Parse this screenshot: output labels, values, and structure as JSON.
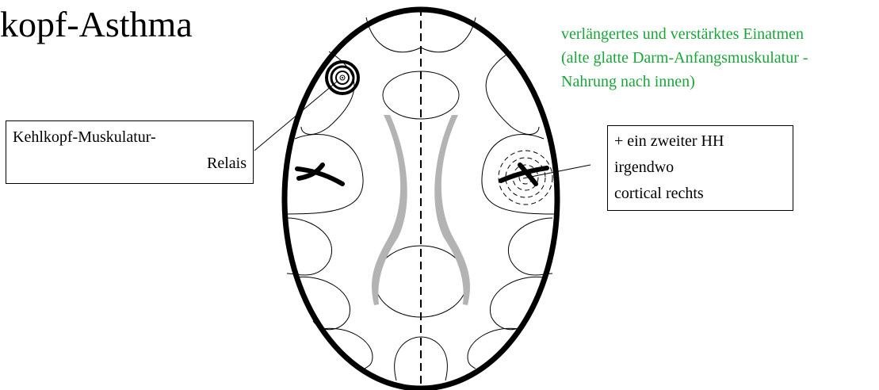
{
  "title": "kopf-Asthma",
  "green_note": {
    "lines": [
      "verlängertes und verstärktes Einatmen",
      "(alte glatte Darm-Anfangsmuskulatur -",
      "Nahrung nach innen)"
    ],
    "color": "#1aa53a"
  },
  "left_label": {
    "line1": "Kehlkopf-Muskulatur-",
    "line2": "Relais"
  },
  "right_label": {
    "lines": [
      "+ ein zweiter HH",
      "irgendwo",
      "cortical rechts"
    ]
  },
  "colors": {
    "outline": "#000000",
    "ventricles": "#b3b3b3",
    "green_text": "#1aa53a"
  }
}
